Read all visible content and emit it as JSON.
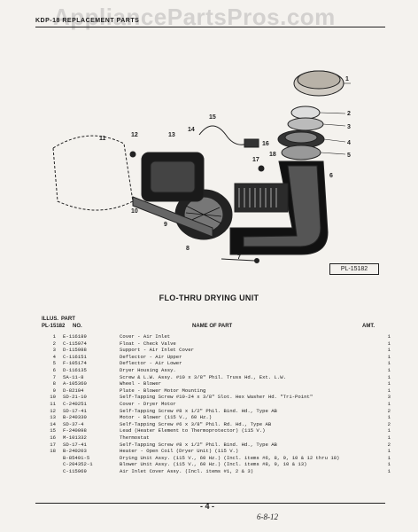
{
  "watermark": "AppliancePartsPros.com",
  "header": "KDP-18 REPLACEMENT PARTS",
  "diagram_plate": "PL-15182",
  "callouts": [
    "1",
    "2",
    "3",
    "4",
    "5",
    "6",
    "7",
    "8",
    "9",
    "10",
    "11",
    "12",
    "13",
    "14",
    "15",
    "16",
    "17",
    "18"
  ],
  "section_title": "FLO-THRU DRYING UNIT",
  "table": {
    "head_illus": "ILLUS.",
    "head_part": "PART",
    "head_pl": "PL-15182",
    "head_no": "NO.",
    "head_name": "NAME OF PART",
    "head_amt": "AMT.",
    "rows": [
      {
        "illus": "1",
        "part": "E-116189",
        "name": "Cover - Air Inlet",
        "amt": "1"
      },
      {
        "illus": "2",
        "part": "C-115974",
        "name": "Float - Check Valve",
        "amt": "1"
      },
      {
        "illus": "3",
        "part": "D-115988",
        "name": "Support - Air Inlet Cover",
        "amt": "1"
      },
      {
        "illus": "4",
        "part": "C-116151",
        "name": "Deflector - Air Upper",
        "amt": "1"
      },
      {
        "illus": "5",
        "part": "F-105174",
        "name": "Deflector - Air Lower",
        "amt": "1"
      },
      {
        "illus": "6",
        "part": "D-116135",
        "name": "Dryer Housing Assy.",
        "amt": "1"
      },
      {
        "illus": "7",
        "part": "5A-11-8",
        "name": "Screw & L.W. Assy. #10 x 3/8\" Phil. Truss Hd., Ext. L.W.",
        "amt": "1"
      },
      {
        "illus": "8",
        "part": "A-105360",
        "name": "Wheel - Blower",
        "amt": "1"
      },
      {
        "illus": "9",
        "part": "D-82104",
        "name": "Plate - Blower Motor Mounting",
        "amt": "1"
      },
      {
        "illus": "10",
        "part": "SD-21-10",
        "name": "Self-Tapping Screw #10-24 x 3/8\" Slot. Hex Washer Hd. \"Tri-Point\"",
        "amt": "3"
      },
      {
        "illus": "11",
        "part": "C-240251",
        "name": "Cover - Dryer Motor",
        "amt": "1"
      },
      {
        "illus": "12",
        "part": "SD-17-41",
        "name": "Self-Tapping Screw #8 x 1/2\" Phil. Bind. Hd., Type AB",
        "amt": "2"
      },
      {
        "illus": "13",
        "part": "B-240330",
        "name": "Motor - Blower (115 V., 60 Hz.)",
        "amt": "1"
      },
      {
        "illus": "14",
        "part": "SD-37-4",
        "name": "Self-Tapping Screw #6 x 3/8\" Phil. Rd. Hd., Type AB",
        "amt": "2"
      },
      {
        "illus": "15",
        "part": "F-240098",
        "name": "Lead (Heater Element to Thermoprotector) (115 V.)",
        "amt": "1"
      },
      {
        "illus": "16",
        "part": "M-101332",
        "name": "Thermostat",
        "amt": "1"
      },
      {
        "illus": "17",
        "part": "SD-17-41",
        "name": "Self-Tapping Screw #8 x 1/2\" Phil. Bind. Hd., Type AB",
        "amt": "2"
      },
      {
        "illus": "18",
        "part": "B-240203",
        "name": "Heater - Open Coil (Dryer Unit) (115 V.)",
        "amt": "1"
      },
      {
        "illus": "",
        "part": "B-85491-5",
        "name": "Drying Unit Assy. (115 V., 60 Hz.) (Incl. items #6, 8, 9, 10 & 12 thru 18)",
        "amt": "1"
      },
      {
        "illus": "",
        "part": "C-204352-1",
        "name": "Blower Unit Assy. (115 V., 60 Hz.) (Incl. items #8, 9, 10 & 13)",
        "amt": "1"
      },
      {
        "illus": "",
        "part": "C-115969",
        "name": "Air Inlet Cover Assy. (Incl. items #1, 2 & 3)",
        "amt": "1"
      }
    ]
  },
  "page_number": "- 4 -",
  "handwritten_code": "6-8-12"
}
